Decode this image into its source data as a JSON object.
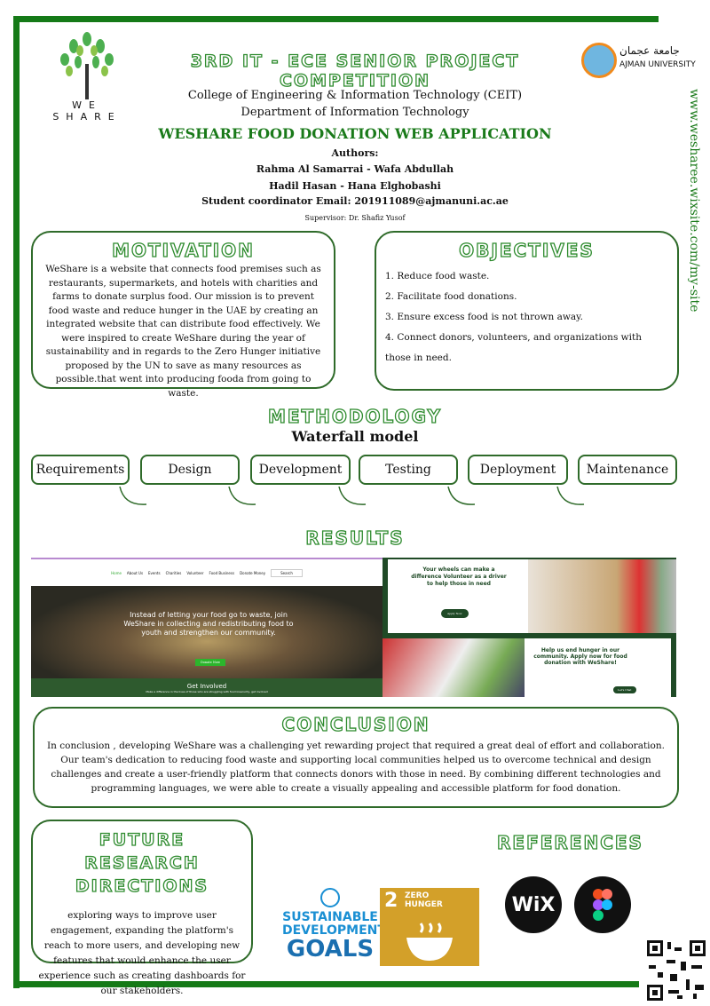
{
  "logo": {
    "text": "WE SHARE"
  },
  "header": {
    "competition": "3RD IT - ECE SENIOR PROJECT COMPETITION",
    "university_ar": "جامعة عجمان",
    "university": "AJMAN UNIVERSITY",
    "college": "College of Engineering & Information Technology (CEIT)",
    "department": "Department of Information Technology",
    "project_title": "WESHARE FOOD DONATION WEB APPLICATION",
    "authors_label": "Authors:",
    "authors_line1": "Rahma Al Samarrai - Wafa Abdullah",
    "authors_line2": "Hadil Hasan - Hana Elghobashi",
    "coordinator": "Student coordinator Email: 201911089@ajmanuni.ac.ae",
    "supervisor": "Supervisor: Dr. Shafiz Yusof"
  },
  "site_url": "www.wesharee.wixsite.com/my-site",
  "motivation": {
    "title": "MOTIVATION",
    "text": "WeShare is a website that connects food premises such as restaurants, supermarkets, and hotels with charities and farms to donate surplus food. Our mission is to prevent food waste and reduce hunger in the UAE by creating an integrated website that can distribute food effectively. We were inspired to create WeShare during the year of sustainability and in regards to the Zero Hunger initiative proposed by the UN to save as many resources as possible.that went into producing fooda from going to waste."
  },
  "objectives": {
    "title": "OBJECTIVES",
    "items": [
      "1. Reduce food waste.",
      "2. Facilitate food donations.",
      "3. Ensure excess food is not thrown away.",
      "4. Connect donors, volunteers, and organizations with those in need."
    ]
  },
  "methodology": {
    "title": "METHODOLOGY",
    "subtitle": "Waterfall model",
    "steps": [
      "Requirements",
      "Design",
      "Development",
      "Testing",
      "Deployment",
      "Maintenance"
    ]
  },
  "results": {
    "title": "RESULTS",
    "nav": [
      "Home",
      "About Us",
      "Events",
      "Charities",
      "Volunteer",
      "Food Business",
      "Donate Money"
    ],
    "search_placeholder": "Search",
    "hero": "Instead of letting your food go to waste, join WeShare in collecting and redistributing food to youth and strengthen our community.",
    "donate_btn": "Donate Now",
    "get_involved": "Get Involved",
    "get_involved_sub": "Make a difference in the lives of those who are struggling with food insecurity, get involved",
    "chat": "Let's Chat",
    "volunteer_text": "Your wheels can make a difference Volunteer as a driver to help those in need",
    "apply_btn": "Apply Now",
    "hunger_text": "Help us end hunger in our community. Apply now for food donation with WeShare!"
  },
  "conclusion": {
    "title": "CONCLUSION",
    "text": "In conclusion , developing WeShare was a challenging yet rewarding project that required a great deal of effort and collaboration. Our team's dedication to reducing food waste and supporting local communities helped us to overcome technical and design challenges and create a user-friendly platform that connects donors with those in need. By combining different technologies and programming languages, we were able to create a visually appealing and accessible platform for food donation."
  },
  "future": {
    "title": "FUTURE RESEARCH DIRECTIONS",
    "text": "exploring ways to improve user engagement, expanding the platform's reach to more users, and developing new features that would enhance the user experience such as creating dashboards for our stakeholders."
  },
  "sdg": {
    "line1": "SUSTAINABLE",
    "line2": "DEVELOPMENT",
    "line3": "GOALS",
    "goal_number": "2",
    "goal_name": "ZERO HUNGER"
  },
  "references": {
    "title": "REFERENCES",
    "wix": "WiX"
  },
  "colors": {
    "green": "#157a17",
    "dark_green": "#2f6b2a",
    "sdg_gold": "#d3a029"
  }
}
